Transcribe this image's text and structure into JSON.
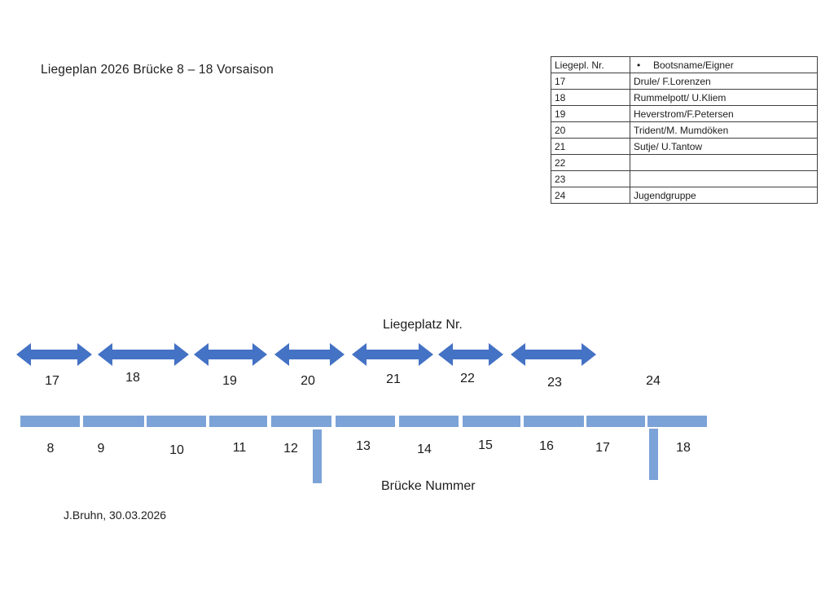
{
  "page": {
    "title": "Liegeplan 2026 Brücke 8 – 18 Vorsaison",
    "footer": "J.Bruhn, 30.03.2026"
  },
  "table": {
    "header": {
      "col1": "Liegepl. Nr.",
      "col2_bullet": "•",
      "col2": "Bootsname/Eigner"
    },
    "rows": [
      {
        "nr": "17",
        "boat": "Drule/ F.Lorenzen"
      },
      {
        "nr": "18",
        "boat": "Rummelpott/ U.Kliem"
      },
      {
        "nr": "19",
        "boat": "Heverstrom/F.Petersen"
      },
      {
        "nr": "20",
        "boat": "Trident/M. Mumdöken"
      },
      {
        "nr": "21",
        "boat": "Sutje/ U.Tantow"
      },
      {
        "nr": "22",
        "boat": ""
      },
      {
        "nr": "23",
        "boat": ""
      },
      {
        "nr": "24",
        "boat": "Jugendgruppe"
      }
    ]
  },
  "diagram": {
    "berth_axis_label": "Liegeplatz Nr.",
    "bridge_axis_label": "Brücke Nummer",
    "berth_labels": [
      "17",
      "18",
      "19",
      "20",
      "21",
      "22",
      "23",
      "24"
    ],
    "bridge_labels": [
      "8",
      "9",
      "10",
      "11",
      "12",
      "13",
      "14",
      "15",
      "16",
      "17",
      "18"
    ],
    "arrow_count": 7,
    "colors": {
      "arrow_blue": "#4472C4",
      "bridge_blue": "#7CA3D7"
    }
  }
}
